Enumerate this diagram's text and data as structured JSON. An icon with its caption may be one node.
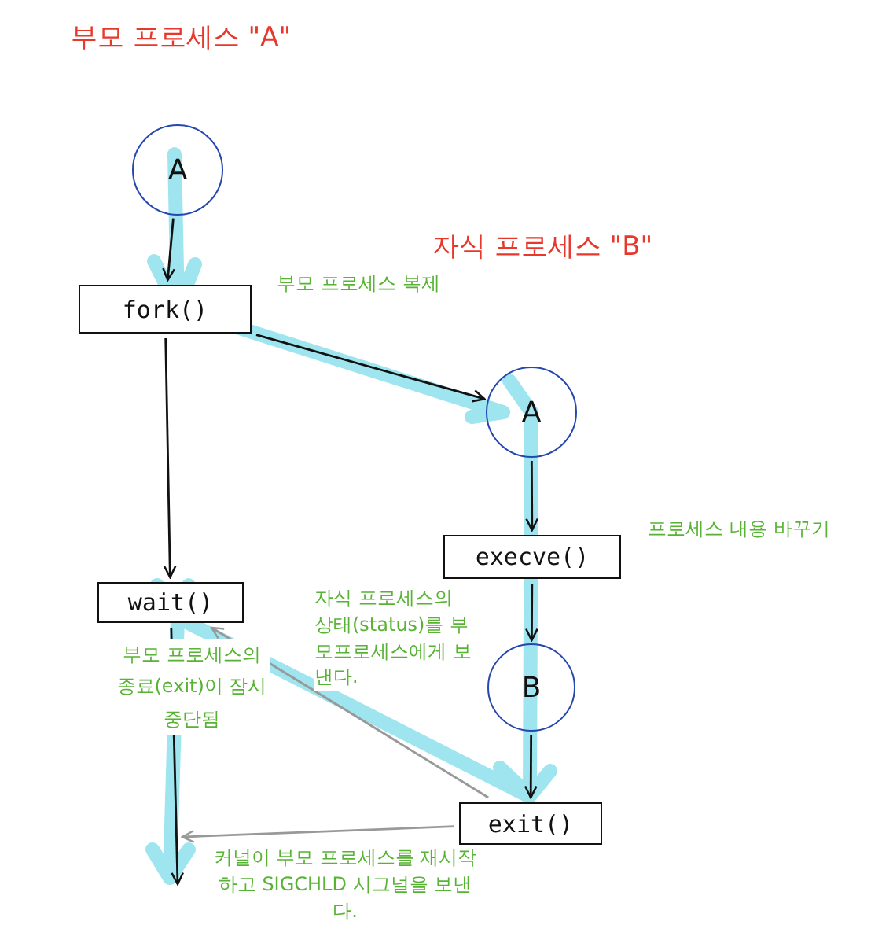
{
  "diagram": {
    "nodes": [
      {
        "text": [
          "A"
        ],
        "beside": [
          "부모 프로세스 \"A\""
        ]
      },
      {
        "text": [
          "fork()"
        ]
      },
      {
        "text": [
          "A"
        ],
        "beside": [
          "자식 프로세스 \"B\""
        ]
      },
      {
        "text": [
          "execve()"
        ],
        "beside": [
          "프로세스 내용 바꾸기"
        ]
      },
      {
        "text": [
          "wait()"
        ]
      },
      {
        "text": [
          "B"
        ]
      },
      {
        "text": [
          "exit()"
        ]
      }
    ],
    "edges": [
      {
        "from": 0,
        "to": 1,
        "arrow": "to"
      },
      {
        "from": 1,
        "to": 2,
        "arrow": "to",
        "label": "부모 프로세스 복제"
      },
      {
        "from": 2,
        "to": 3,
        "arrow": "to"
      },
      {
        "from": 3,
        "to": 5,
        "arrow": "to"
      },
      {
        "from": 5,
        "to": 6,
        "arrow": "to"
      },
      {
        "from": 1,
        "to": 4,
        "arrow": "to"
      },
      {
        "from": 4,
        "to": null,
        "arrow": "to",
        "label": "부모 프로세스의 종료(exit)이 잠시 중단됨"
      },
      {
        "from": 6,
        "to": 4,
        "arrow": "to",
        "color": "#999999",
        "label": "자식 프로세스의 상태(status)를 부모프로세스에게 보낸다."
      },
      {
        "from": 6,
        "to": null,
        "arrow": "to",
        "color": "#999999",
        "label": "커널이 부모 프로세스를 재시작하고 SIGCHLD 시그널을 보낸다."
      }
    ]
  }
}
